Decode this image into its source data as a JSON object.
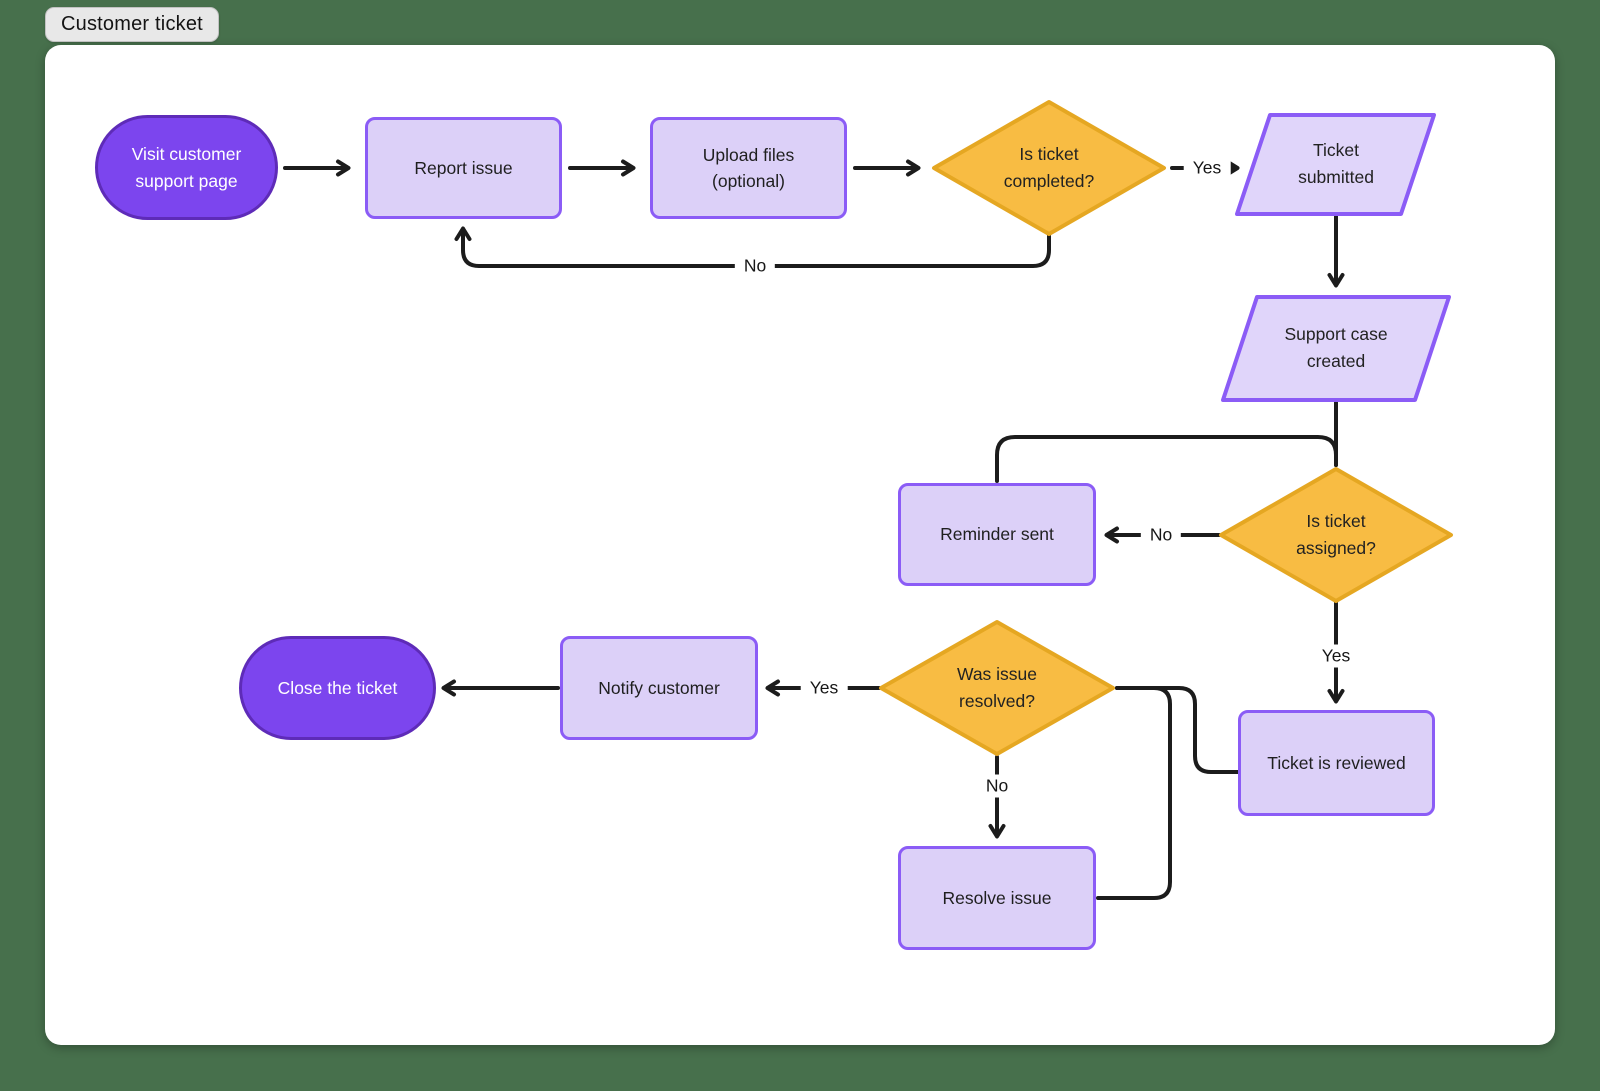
{
  "title": "Customer ticket",
  "colors": {
    "canvas_background": "#47704C",
    "card_background": "#FFFFFF",
    "tab_background": "#E8E8E8",
    "terminator_fill": "#7C45EE",
    "terminator_border": "#5E2BB8",
    "process_fill": "#DCD0F8",
    "process_border": "#8B5CF6",
    "io_fill": "#E0D5FA",
    "decision_fill": "#F8BC43",
    "decision_border": "#E5A722",
    "connector_line": "#1C1C1C"
  },
  "nodes": {
    "start": {
      "label": "Visit customer support page",
      "type": "terminator"
    },
    "report_issue": {
      "label": "Report issue",
      "type": "process"
    },
    "upload_files": {
      "label": "Upload files (optional)",
      "type": "process"
    },
    "is_completed": {
      "label": "Is ticket completed?",
      "type": "decision"
    },
    "ticket_submitted": {
      "label": "Ticket submitted",
      "type": "input-output"
    },
    "support_case": {
      "label": "Support case created",
      "type": "input-output"
    },
    "is_assigned": {
      "label": "Is ticket assigned?",
      "type": "decision"
    },
    "reminder_sent": {
      "label": "Reminder sent",
      "type": "process"
    },
    "ticket_reviewed": {
      "label": "Ticket is reviewed",
      "type": "process"
    },
    "was_resolved": {
      "label": "Was issue resolved?",
      "type": "decision"
    },
    "notify_customer": {
      "label": "Notify customer",
      "type": "process"
    },
    "resolve_issue": {
      "label": "Resolve issue",
      "type": "process"
    },
    "close_ticket": {
      "label": "Close the ticket",
      "type": "terminator"
    }
  },
  "edge_labels": {
    "completed_yes": "Yes",
    "completed_no": "No",
    "assigned_no": "No",
    "assigned_yes": "Yes",
    "resolved_yes": "Yes",
    "resolved_no": "No"
  }
}
